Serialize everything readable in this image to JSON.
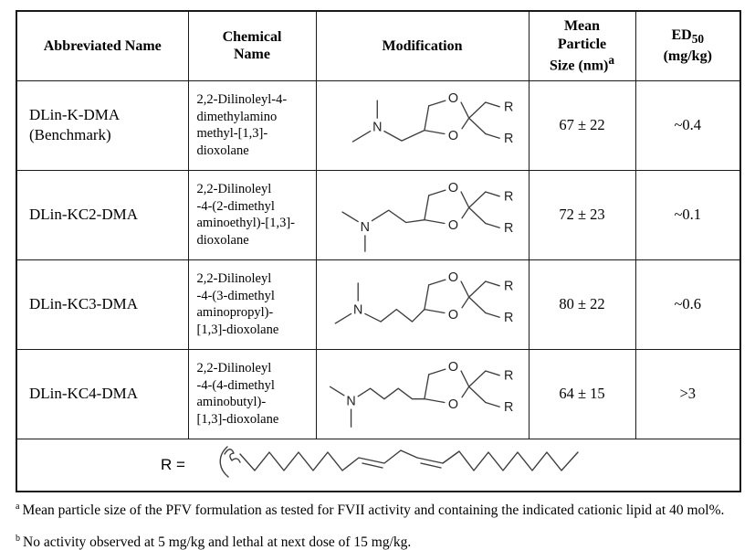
{
  "table": {
    "headers": {
      "abbreviated_name": "Abbreviated Name",
      "chemical_name": "Chemical\nName",
      "modification": "Modification",
      "particle_size": "Mean\nParticle\nSize (nm)",
      "particle_size_sup": "a",
      "ed50_prefix": "ED",
      "ed50_sub": "50",
      "ed50_unit": "(mg/kg)"
    },
    "rows": [
      {
        "abbreviated_name": "DLin-K-DMA\n(Benchmark)",
        "chemical_name": "2,2-Dilinoleyl-4-\ndimethylamino\nmethyl-[1,3]-\ndioxolane",
        "structure": "dimethylamino-methyl-[1,3]-dioxolane with two R chains",
        "linker_carbons": 1,
        "particle_size": "67 ± 22",
        "ed50": "~0.4"
      },
      {
        "abbreviated_name": "DLin-KC2-DMA",
        "chemical_name": "2,2-Dilinoleyl\n-4-(2-dimethyl\naminoethyl)-[1,3]-\ndioxolane",
        "structure": "dimethylamino-ethyl-[1,3]-dioxolane with two R chains",
        "linker_carbons": 2,
        "particle_size": "72 ± 23",
        "ed50": "~0.1"
      },
      {
        "abbreviated_name": "DLin-KC3-DMA",
        "chemical_name": "2,2-Dilinoleyl\n-4-(3-dimethyl\naminopropyl)-\n[1,3]-dioxolane",
        "structure": "dimethylamino-propyl-[1,3]-dioxolane with two R chains",
        "linker_carbons": 3,
        "particle_size": "80 ± 22",
        "ed50": "~0.6"
      },
      {
        "abbreviated_name": "DLin-KC4-DMA",
        "chemical_name": "2,2-Dilinoleyl\n-4-(4-dimethyl\naminobutyl)-\n[1,3]-dioxolane",
        "structure": "dimethylamino-butyl-[1,3]-dioxolane with two R chains",
        "linker_carbons": 4,
        "particle_size": "64 ± 15",
        "ed50": ">3"
      }
    ]
  },
  "atoms": {
    "N": "N",
    "O": "O",
    "R": "R"
  },
  "r_group": {
    "label": "R =",
    "description": "linoleyl chain with two cis double bonds"
  },
  "footnotes": [
    {
      "marker": "a",
      "text": "Mean particle size of the PFV formulation as tested for FVII activity and containing the indicated cationic lipid at 40 mol%."
    },
    {
      "marker": "b",
      "text": "No activity observed at 5 mg/kg and lethal at next dose of 15 mg/kg."
    }
  ],
  "colors": {
    "border": "#1a1a1a",
    "bond_stroke": "#3d3d3d",
    "text": "#000000"
  }
}
